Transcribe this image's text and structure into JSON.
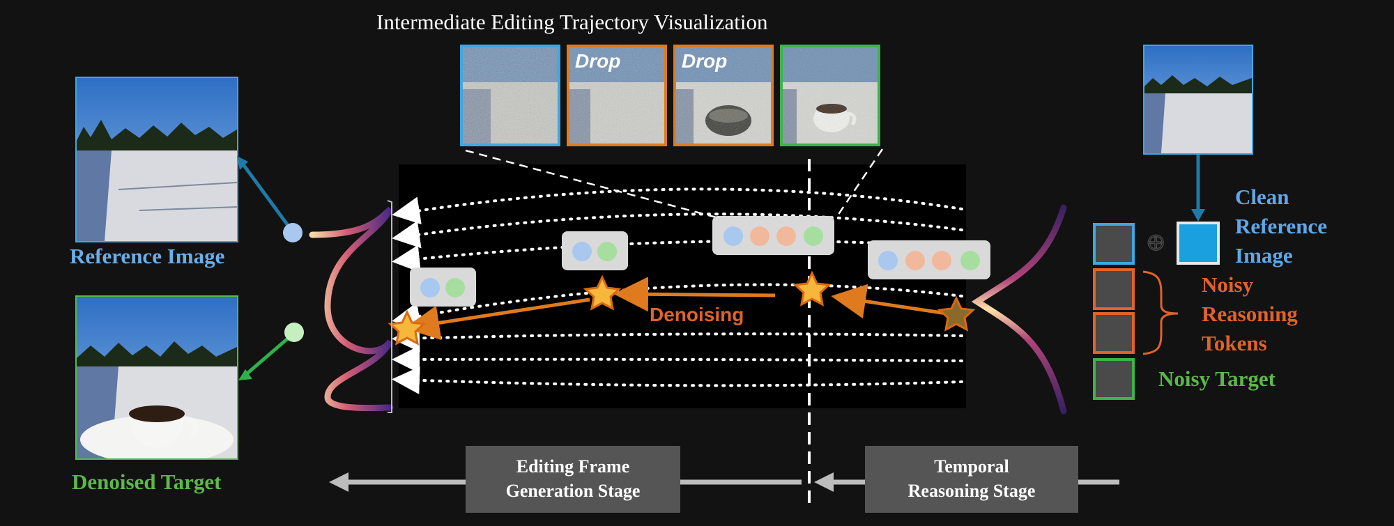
{
  "title": "Intermediate Editing Trajectory Visualization",
  "frames": [
    {
      "drop_label": ""
    },
    {
      "drop_label": "Drop"
    },
    {
      "drop_label": "Drop"
    },
    {
      "drop_label": ""
    }
  ],
  "labels": {
    "reference_image": "Reference Image",
    "denoised_target": "Denoised Target",
    "denoising": "Denoising",
    "clean_reference_1": "Clean",
    "clean_reference_2": "Reference",
    "clean_reference_3": "Image",
    "noisy_reasoning_1": "Noisy",
    "noisy_reasoning_2": "Reasoning",
    "noisy_reasoning_3": "Tokens",
    "noisy_target": "Noisy Target",
    "plus_symbol": "⊕"
  },
  "stages": {
    "editing_line1": "Editing Frame",
    "editing_line2": "Generation Stage",
    "temporal_line1": "Temporal",
    "temporal_line2": "Reasoning Stage"
  },
  "colors": {
    "blue": "#3fa7e0",
    "orange": "#e07a1f",
    "green": "#3db34a",
    "label_blue": "#6aaeea",
    "label_orange": "#e0632a",
    "label_green": "#5cb84a"
  }
}
